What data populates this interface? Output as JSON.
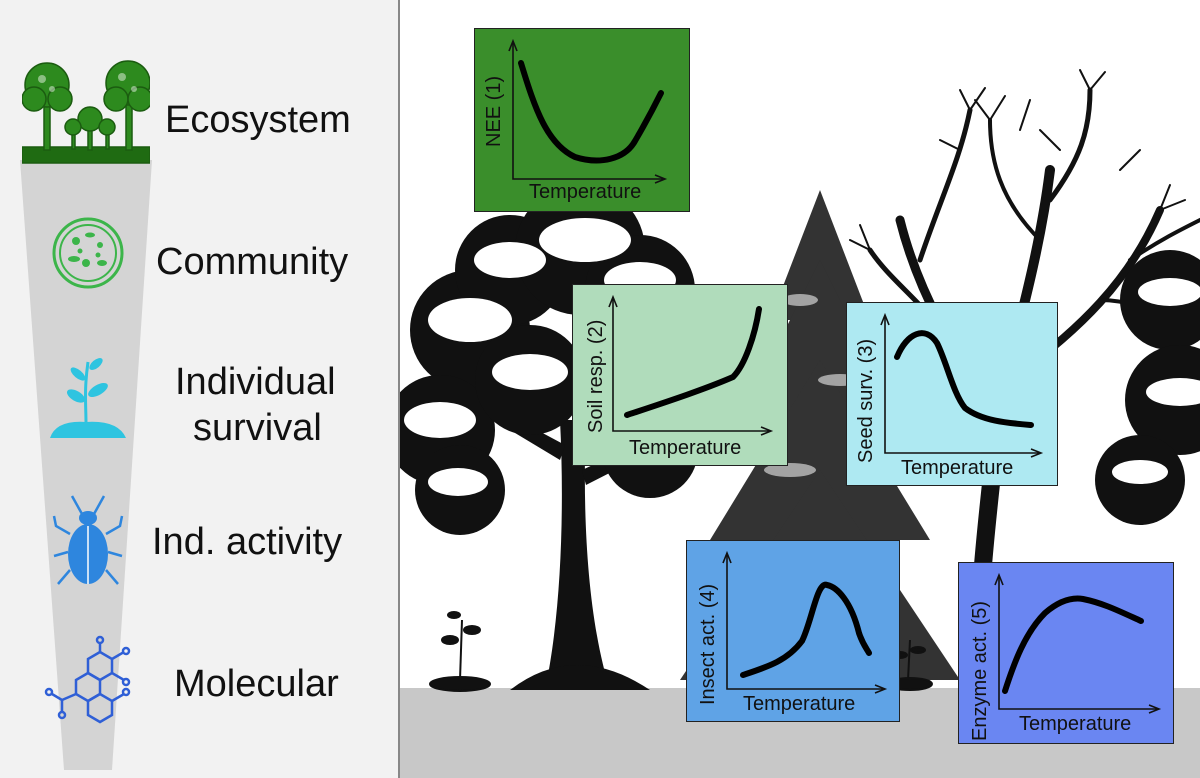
{
  "levels": [
    {
      "label": "Ecosystem",
      "icon": "forest-icon",
      "color": "#1f6b12"
    },
    {
      "label": "Community",
      "icon": "microbe-dish-icon",
      "color": "#3cb54a"
    },
    {
      "label_line1": "Individual",
      "label_line2": "survival",
      "icon": "seedling-icon",
      "color": "#2ec4e0"
    },
    {
      "label": "Ind. activity",
      "icon": "beetle-icon",
      "color": "#2e86de"
    },
    {
      "label": "Molecular",
      "icon": "molecule-icon",
      "color": "#2f5fd6"
    }
  ],
  "panels": [
    {
      "ylabel": "NEE (1)",
      "xlabel": "Temperature",
      "color": "#3a8e2b"
    },
    {
      "ylabel": "Soil resp. (2)",
      "xlabel": "Temperature",
      "color": "#b0dcbb"
    },
    {
      "ylabel": "Seed surv. (3)",
      "xlabel": "Temperature",
      "color": "#aee9f2"
    },
    {
      "ylabel": "Insect act. (4)",
      "xlabel": "Temperature",
      "color": "#5fa3e6"
    },
    {
      "ylabel": "Enzyme act. (5)",
      "xlabel": "Temperature",
      "color": "#6a86f2"
    }
  ]
}
